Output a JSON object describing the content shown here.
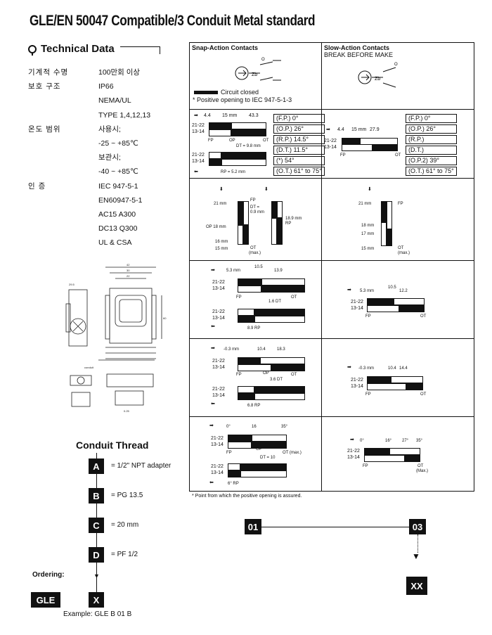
{
  "title": "GLE/EN 50047 Compatible/3 Conduit Metal standard",
  "technical_data": {
    "heading": "Technical Data",
    "rows": [
      {
        "label": "기계적 수명",
        "value": "100만회 이상"
      },
      {
        "label": "보호 구조",
        "value": "IP66"
      },
      {
        "label": "",
        "value": "NEMA/UL"
      },
      {
        "label": "",
        "value": "TYPE 1,4,12,13"
      },
      {
        "label": "온도 범위",
        "value": "사용시;"
      },
      {
        "label": "",
        "value": "-25 ~ +85℃"
      },
      {
        "label": "",
        "value": "보관시;"
      },
      {
        "label": "",
        "value": "-40 ~ +85℃"
      },
      {
        "label": "인 증",
        "value": "IEC 947-5-1"
      },
      {
        "label": "",
        "value": "EN60947-5-1"
      },
      {
        "label": "",
        "value": "AC15 A300"
      },
      {
        "label": "",
        "value": "DC13 Q300"
      },
      {
        "label": "",
        "value": "UL & CSA"
      }
    ]
  },
  "conduit": {
    "heading": "Conduit Thread",
    "options": [
      {
        "code": "A",
        "desc": "= 1/2\" NPT adapter"
      },
      {
        "code": "B",
        "desc": "= PG 13.5"
      },
      {
        "code": "C",
        "desc": "= 20 mm"
      },
      {
        "code": "D",
        "desc": "= PF 1/2"
      }
    ],
    "ordering_label": "Ordering:",
    "prefix": "GLE",
    "placeholder": "X",
    "example": "Example: GLE B 01 B"
  },
  "contacts": {
    "snap_header": "Snap-Action Contacts",
    "slow_header": "Slow-Action Contacts",
    "slow_sub": "BREAK BEFORE MAKE",
    "legend_closed": "Circuit closed",
    "legend_positive": "* Positive opening to IEC 947-5-1-3",
    "labels_2122": "21-22",
    "labels_1314": "13-14",
    "snap_row1": {
      "dist1": "4.4",
      "dist2": "15 mm",
      "dist3": "43.3",
      "fp": "FP",
      "op": "OP",
      "ot": "OT",
      "dt": "DT = 9.8 mm",
      "rp": "RP = 5.2 mm"
    },
    "snap_angles": [
      "(F.P.) 0°",
      "(O.P.) 26°",
      "(R.P.) 14.5°",
      "(D.T.) 11.5°",
      "(*) 54°",
      "(O.T.) 61° to 75°"
    ],
    "slow_row1": {
      "dist1": "4.4",
      "dist2": "15 mm",
      "dist3": "27.9",
      "fp": "FP",
      "ot": "OT"
    },
    "slow_angles": [
      "(F.P.) 0°",
      "(O.P.) 26°",
      "(R.P.)",
      "(D.T.)",
      "(O.P.2) 39°",
      "(O.T.) 61° to 75°"
    ],
    "snap_row2": {
      "d21": "21 mm",
      "fp": "FP",
      "dt": "DT =",
      "dtv": "0.9 mm",
      "op": "OP 18 mm",
      "rp": "18.9 mm",
      "rplab": "RP",
      "d16": "16 mm",
      "d15": "15 mm",
      "ot": "OT",
      "max": "(max.)"
    },
    "slow_row2": {
      "d21": "21 mm",
      "fp": "FP",
      "d18": "18 mm",
      "d17": "17 mm",
      "d15": "15 mm",
      "ot": "OT",
      "max": "(max.)"
    },
    "snap_row3": {
      "d1": "5.3 mm",
      "d2": "10.5",
      "d3": "13.9",
      "fp": "FP",
      "dt": "1.6 DT",
      "ot": "OT",
      "rp": "8.9 RP"
    },
    "slow_row3": {
      "d1": "5.3 mm",
      "d2": "10.5",
      "d3": "12.2",
      "fp": "FP",
      "ot": "OT"
    },
    "snap_row4": {
      "d1": "-0.3 mm",
      "d2": "10.4",
      "d3": "18.3",
      "fp": "FP",
      "op": "OP",
      "dt": "3.6 DT",
      "ot": "OT",
      "rp": "6.8 RP"
    },
    "slow_row4": {
      "d1": "-0.3 mm",
      "d2": "10.4",
      "d3": "14.4",
      "fp": "FP",
      "ot": "OT"
    },
    "snap_row5": {
      "d1": "0°",
      "d2": "16",
      "d3": "35°",
      "fp": "FP",
      "op": "OP",
      "ot": "OT (max.)",
      "dt": "DT = 10",
      "rp": "6° RP"
    },
    "slow_row5": {
      "d1": "0°",
      "d2": "16°",
      "d3": "27°",
      "d4": "35°",
      "fp": "FP",
      "ot": "OT",
      "max": "(Max.)"
    },
    "footnote": "* Point from which the positive opening is assured."
  },
  "sequence": {
    "start": "01",
    "end": "03",
    "result": "XX"
  }
}
